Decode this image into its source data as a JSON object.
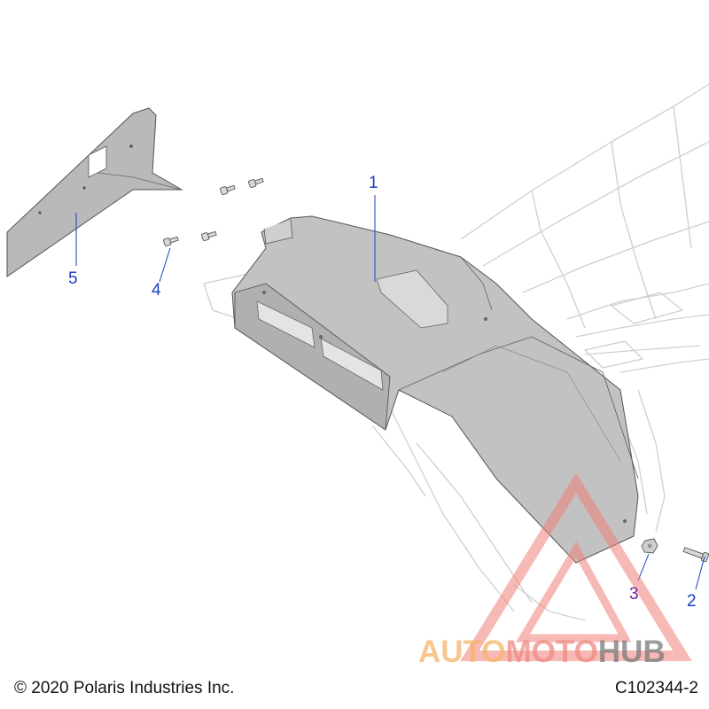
{
  "diagram": {
    "callouts": [
      {
        "id": "1",
        "label": "1"
      },
      {
        "id": "2",
        "label": "2"
      },
      {
        "id": "3",
        "label": "3"
      },
      {
        "id": "4",
        "label": "4"
      },
      {
        "id": "5",
        "label": "5"
      }
    ]
  },
  "footer": {
    "copyright": "© 2020 Polaris Industries Inc.",
    "drawing_code": "C102344-2"
  },
  "watermark": {
    "part_a": "AUTO",
    "part_b": "MOTO",
    "part_c": "HUB",
    "color_a": "#f5b56a",
    "color_b": "#f08a84",
    "color_c": "#7a7a7a"
  },
  "colors": {
    "callout": "#1a3fc4",
    "callout_alt": "#7a1fa0",
    "part_fill": "#b8b8b8",
    "frame_line": "#c9c9c9"
  }
}
